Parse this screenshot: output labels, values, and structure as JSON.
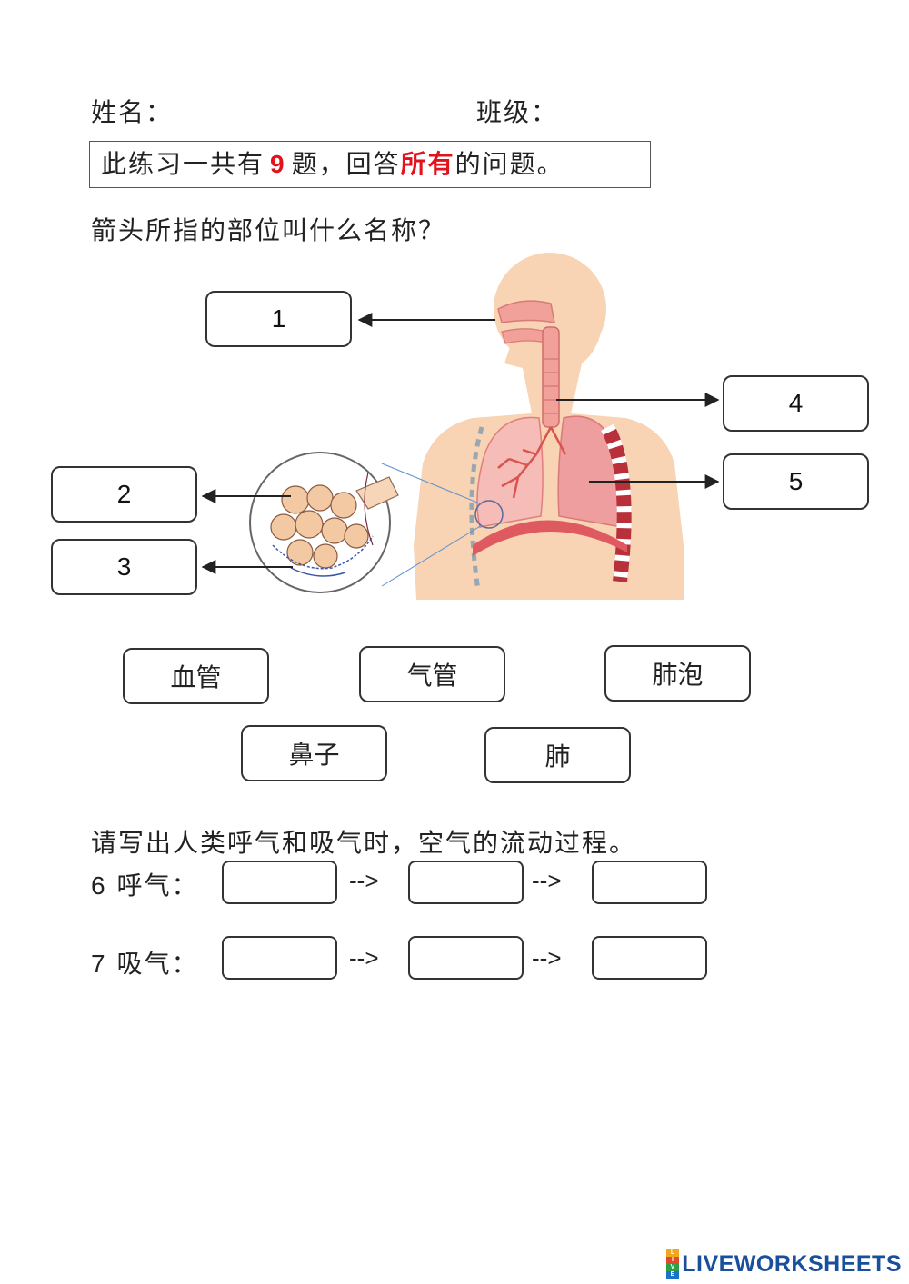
{
  "header": {
    "name_label": "姓名：",
    "class_label": "班级："
  },
  "notice": {
    "prefix": "此练习一共有",
    "count": "9",
    "mid": "题，回答",
    "emph": "所有",
    "suffix": "的问题。"
  },
  "question1": "箭头所指的部位叫什么名称？",
  "diagram": {
    "number_boxes": [
      "1",
      "2",
      "3",
      "4",
      "5"
    ],
    "colors": {
      "skin": "#f8d3b4",
      "airway": "#f2a09a",
      "lung": "#ee9e9e",
      "diaphragm": "#df5a60",
      "rib": "#b8303a"
    }
  },
  "word_bank": [
    "血管",
    "气管",
    "肺泡",
    "鼻子",
    "肺"
  ],
  "question2": "请写出人类呼气和吸气时，空气的流动过程。",
  "flows": [
    {
      "number": "6",
      "label": "呼气：",
      "arrows": [
        "-->",
        "-->"
      ]
    },
    {
      "number": "7",
      "label": "吸气：",
      "arrows": [
        "-->",
        "-->"
      ]
    }
  ],
  "brand": {
    "logo": [
      "L",
      "I",
      "V",
      "E"
    ],
    "name": "LIVEWORKSHEETS"
  }
}
